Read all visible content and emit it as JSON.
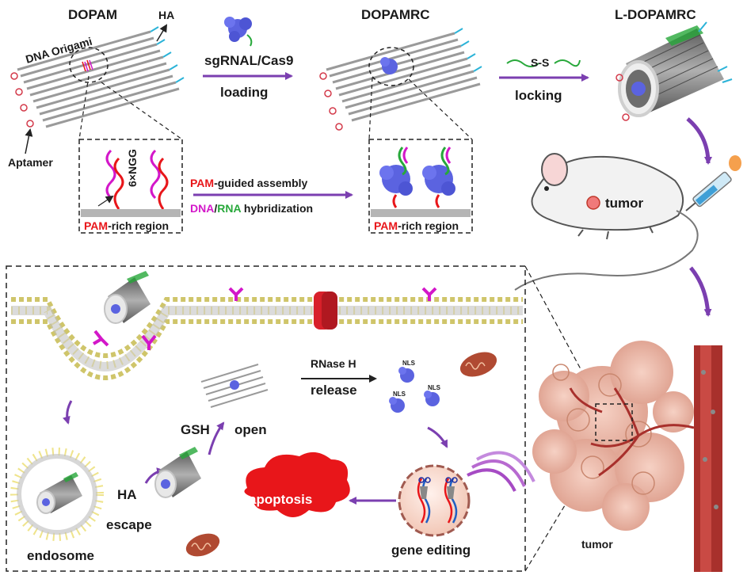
{
  "labels": {
    "do_pam": "DOPAM",
    "do_pam_rc": "DOPAMRC",
    "l_do_pam_rc": "L-DOPAMRC",
    "ha_top": "HA",
    "dna_origami": "DNA Origami",
    "aptamer": "Aptamer",
    "sgrna_cas9": "sgRNAL/Cas9",
    "loading": "loading",
    "ss_linker": "S-S",
    "locking": "locking",
    "six_ngg": "6×NGG",
    "pam_rich_left": "PAM-rich region",
    "pam_rich_right": "PAM-rich region",
    "pam_guided_prefix": "PAM",
    "pam_guided_suffix": "-guided assembly",
    "hyb_dna": "DNA",
    "hyb_slash": "/",
    "hyb_rna": "RNA",
    "hyb_suffix": " hybridization",
    "tumor_mouse": "tumor",
    "tumor_bottom": "tumor",
    "rnase_h": "RNase H",
    "release": "release",
    "gsh": "GSH",
    "open": "open",
    "nls": "NLS",
    "ha_escape": "HA",
    "escape": "escape",
    "endosome": "endosome",
    "apoptosis": "apoptosis",
    "gene_editing": "gene editing"
  },
  "colors": {
    "origami_gray": "#8e8e8e",
    "protein_blue": "#5b63e0",
    "pam_red": "#e8161a",
    "dna_magenta": "#d317c9",
    "rna_green": "#27a83a",
    "arrow_purple": "#7b3fb0",
    "membrane_head": "#efe48c",
    "tumor_pink": "#ecb8a8",
    "vessel_red": "#a8302c"
  }
}
